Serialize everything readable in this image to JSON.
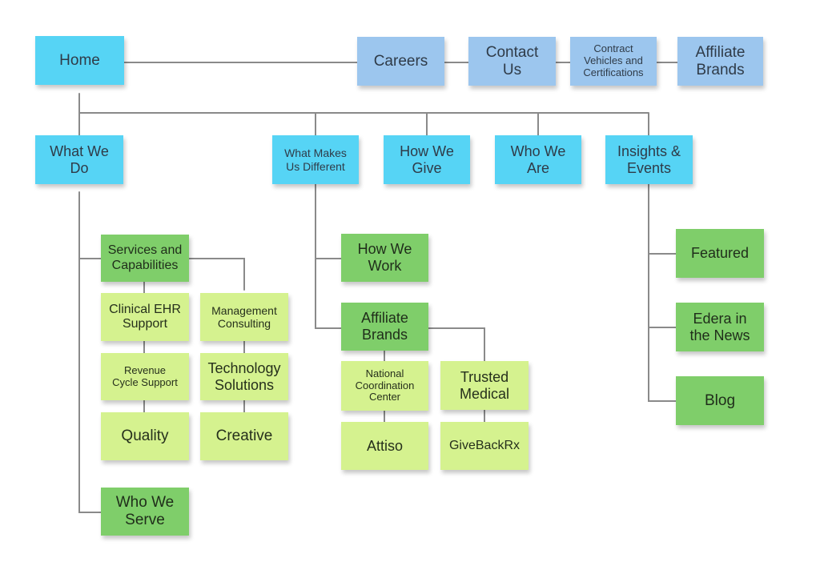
{
  "colors": {
    "header_blue": "#9cc6ee",
    "section_cyan": "#56d4f5",
    "subsection_green": "#7fce6a",
    "leaf_lime": "#d5f28f",
    "connector_gray": "#8a8a8a"
  },
  "top_nav": {
    "home": "Home",
    "careers": "Careers",
    "contact_us": "Contact\nUs",
    "contract_vehicles": "Contract\nVehicles and\nCertifications",
    "affiliate_brands": "Affiliate\nBrands"
  },
  "sections": {
    "what_we_do": "What We\nDo",
    "what_makes_us_different": "What Makes\nUs Different",
    "how_we_give": "How We\nGive",
    "who_we_are": "Who We\nAre",
    "insights_events": "Insights &\nEvents"
  },
  "what_we_do": {
    "services_and_capabilities": "Services and\nCapabilities",
    "clinical_ehr_support": "Clinical EHR\nSupport",
    "management_consulting": "Management\nConsulting",
    "revenue_cycle_support": "Revenue\nCycle Support",
    "technology_solutions": "Technology\nSolutions",
    "quality": "Quality",
    "creative": "Creative",
    "who_we_serve": "Who We\nServe"
  },
  "what_makes_us_different": {
    "how_we_work": "How We\nWork",
    "affiliate_brands": "Affiliate\nBrands",
    "national_coordination_center": "National\nCoordination\nCenter",
    "trusted_medical": "Trusted\nMedical",
    "attiso": "Attiso",
    "givebackrx": "GiveBackRx"
  },
  "insights_events": {
    "featured": "Featured",
    "edera_in_the_news": "Edera in\nthe News",
    "blog": "Blog"
  }
}
